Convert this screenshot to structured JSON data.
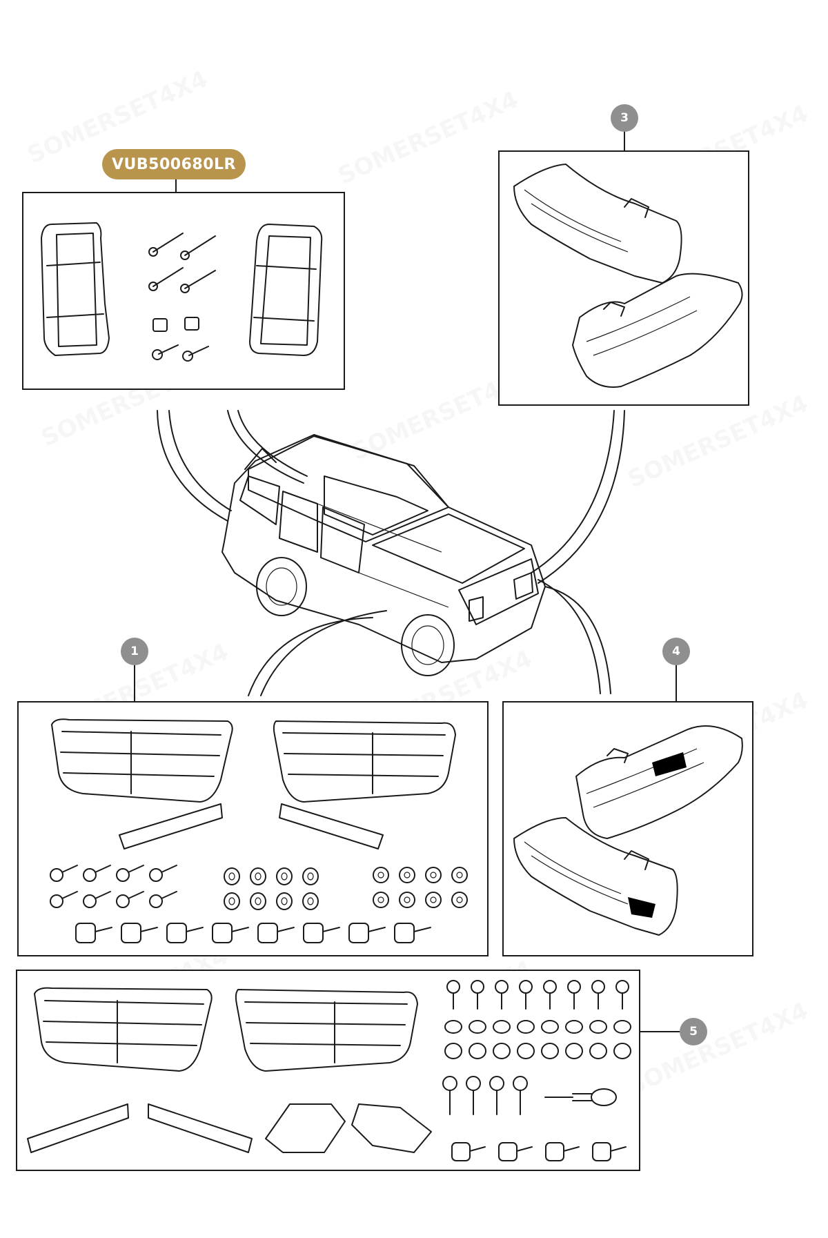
{
  "part_number": "VUB500680LR",
  "callouts": {
    "c1": "1",
    "c3": "3",
    "c4": "4",
    "c5": "5"
  },
  "watermark_text": "SOMERSET4X4",
  "colors": {
    "badge": "#b8944d",
    "callout": "#8f8f8f",
    "line": "#1a1a1a"
  }
}
